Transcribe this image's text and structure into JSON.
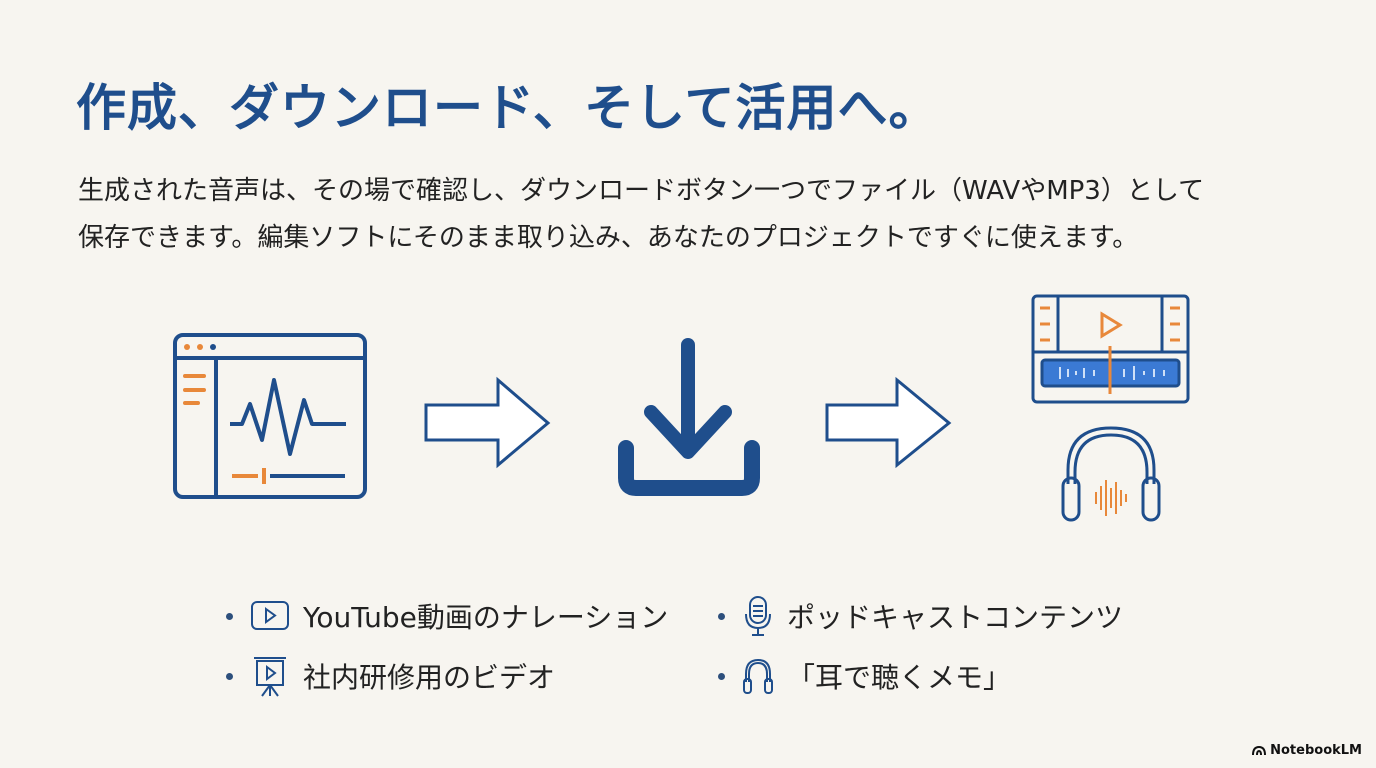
{
  "title": "作成、ダウンロード、そして活用へ。",
  "body_lines": [
    "生成された音声は、その場で確認し、ダウンロードボタン一つでファイル（WAVやMP3）として",
    "保存できます。編集ソフトにそのまま取り込み、あなたのプロジェクトですぐに使えます。"
  ],
  "uses": [
    {
      "icon": "video-play-icon",
      "label": "YouTube動画のナレーション"
    },
    {
      "icon": "microphone-icon",
      "label": "ポッドキャストコンテンツ"
    },
    {
      "icon": "presentation-icon",
      "label": "社内研修用のビデオ"
    },
    {
      "icon": "headphones-icon",
      "label": "「耳で聴くメモ」"
    }
  ],
  "brand": "NotebookLM",
  "colors": {
    "primary": "#1f4e8c",
    "accent": "#e8883a",
    "background": "#f7f5f0"
  }
}
